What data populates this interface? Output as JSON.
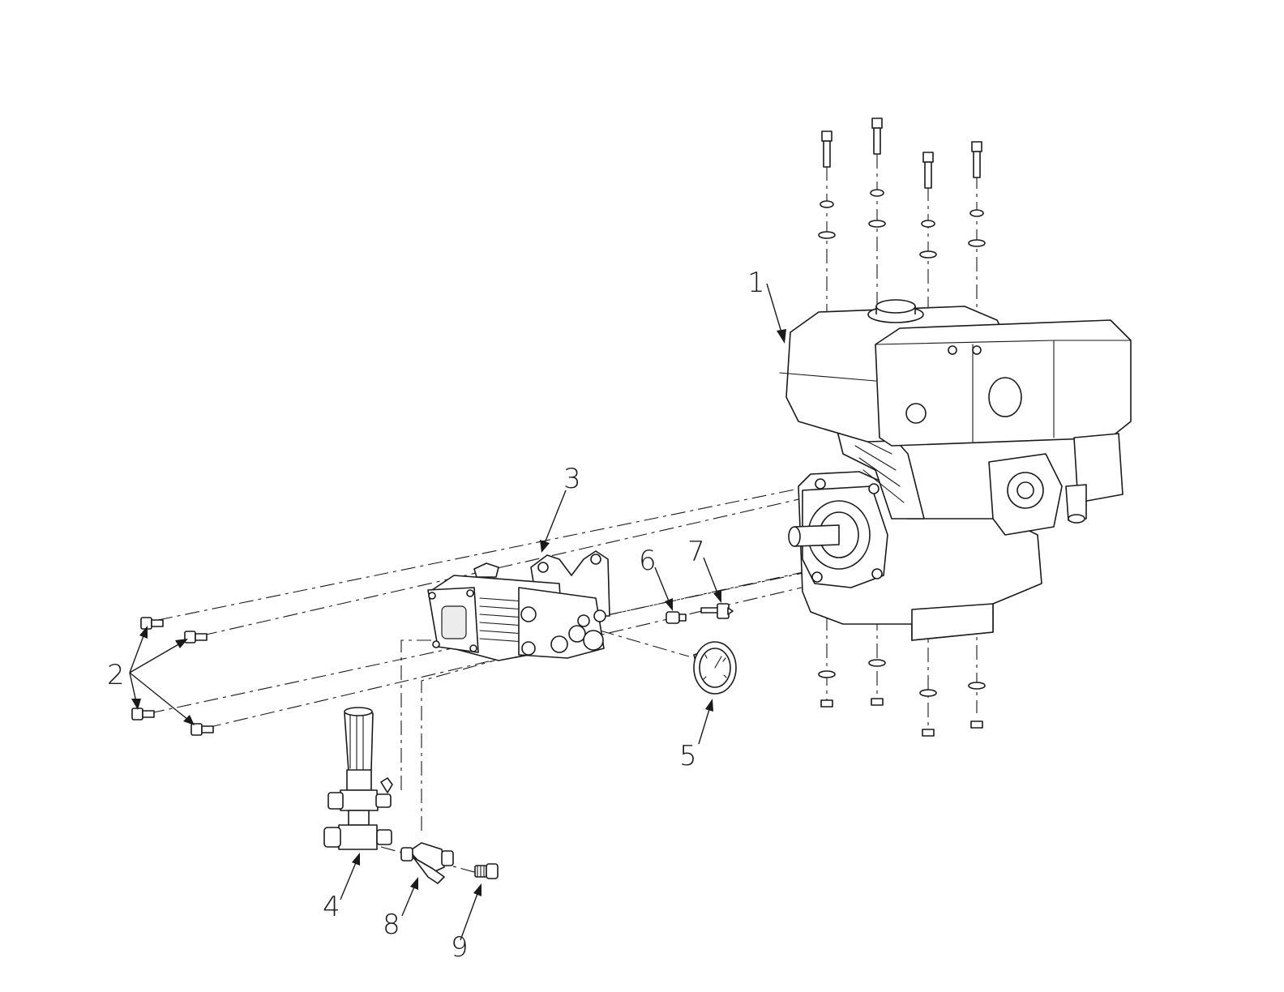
{
  "callouts": [
    {
      "id": "1",
      "label": "1"
    },
    {
      "id": "2",
      "label": "2"
    },
    {
      "id": "3",
      "label": "3"
    },
    {
      "id": "4",
      "label": "4"
    },
    {
      "id": "5",
      "label": "5"
    },
    {
      "id": "6",
      "label": "6"
    },
    {
      "id": "7",
      "label": "7"
    },
    {
      "id": "8",
      "label": "8"
    },
    {
      "id": "9",
      "label": "9"
    }
  ],
  "colors": {
    "ink": "#1a1a1a",
    "background": "#ffffff",
    "shade": "#ececec"
  }
}
